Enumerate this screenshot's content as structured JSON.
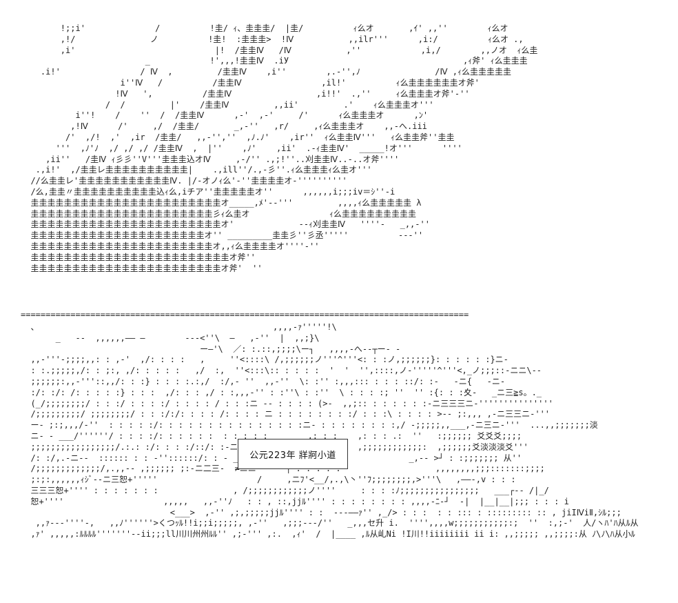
{
  "art": {
    "sky": "        !;;i'              /          !圭/ ｨ、圭圭圭/  |圭/          ｨ么オ       ,ｲ' ,,''        ｨ么オ\n        ,!/               ノ          !圭!  :圭圭圭>  !Ⅳ           ,,ilr'''      ,i:/          ｨ么オ .,\n        ,i'                            |!  /圭圭Ⅳ   /Ⅳ           ,''            ,i,/        ,,ノオ  ｨ么圭\n                         _            !',,,!圭圭Ⅳ  .iУ                                   ,ｨ斧' ｨ么圭圭圭\n    .i!'                / Ⅳ  ,         /圭圭Ⅳ    ,i''        ,.-'',ﾉ               /Ⅳ ,ｨ么圭圭圭圭圭\n                    i''Ⅳ   /          /圭圭Ⅳ                ,il!'          ｨ么圭圭圭圭圭圭オ斧'\n                   !Ⅳ   ',          /圭圭Ⅳ                 ,i!!'  .,''     ｨ么圭圭圭オ斧'-''\n                 /  /         |'    /圭圭Ⅳ         ,,ii'         .'    ｨ么圭圭圭オ'''\n           i''!    /    ''  /  /圭圭Ⅳ      ,-'  ,-'     /'      ｨ么圭圭圭オ      ,ﾝ'\n          ,!Ⅳ      /'     ,/  /圭圭/       _,-''   ,r/     ,ｨ么圭圭圭オ    ,,-へ.iii\n         /'  ,/!  ,'  ,ir  /圭圭/   ,,-'',''  ,ﾉ.ﾉ'    ,ir''  ｨ么圭圭Ⅳ'''   ｨ么圭圭斧''圭圭\n       '''  ,ﾉ'ﾉ  ,/ ,/ ,/ /圭圭Ⅳ  ,  |''    ,ﾉ'    ,ii'  .-ｨ圭圭Ⅳ'  _____!オ'''      ''''\n     ,ii''   /圭Ⅳ ｨ彡彡''V'''圭圭圭込オⅣ     ,-/'' .,;!''..刈圭圭Ⅳ..-..オ斧''''\n   .,i!'  ,/圭圭レ圭圭圭圭圭圭圭圭圭圭|    .,ill''/.,-彡''.ｨ么圭圭圭ｨ么圭オ'''\n  //么圭圭レ'圭圭圭圭圭圭圭圭圭圭圭Ⅳ. |/-オノｨ么'-''圭圭圭圭オ-''''''''''\n  /么,圭圭〃圭圭圭圭圭圭圭圭圭圭込ｨ么,iチア''圭圭圭圭圭オ''      ,,,,,,i;;;iv＝ｼ''-i\n  圭圭圭圭圭圭圭圭圭圭圭圭圭圭圭圭圭圭圭圭圭圭圭オ_____,ﾒ'--'''         ,,,,ｨ么圭圭圭圭圭 λ\n  圭圭圭圭圭圭圭圭圭圭圭圭圭圭圭圭圭圭圭圭圭圭彡ｨ么圭オ                ｨ么圭圭圭圭圭圭圭圭圭\n  圭圭圭圭圭圭圭圭圭圭圭圭圭圭圭圭圭圭圭圭圭圭圭オ'             --ｨ刈圭圭Ⅳ   ''''-   _,,-''\n  圭圭圭圭圭圭圭圭圭圭圭圭圭圭圭圭圭圭圭圭圭オ'' _________圭圭彡''彡丞'''''          ---''\n  圭圭圭圭圭圭圭圭圭圭圭圭圭圭圭圭圭圭圭圭圭圭オ,,ｨ么圭圭圭圭オ''''-''\n  圭圭圭圭圭圭圭圭圭圭圭圭圭圭圭圭圭圭圭圭圭圭圭圭オ斧''\n  圭圭圭圭圭圭圭圭圭圭圭圭圭圭圭圭圭圭圭圭圭圭圭オ斧'  ''",
    "divider": "==========================================================================================",
    "land": "  、                                               ,,,,-ｧ'''''!\\\n       _   --  ,,,,,,―― ―        ---<''\\  ―   ,-''  |  ,,;}\\             \n                                    ー―'\\  ／: :.::,;;;;\\ー┐   ,,,,-へ--┬ー- -\n  ,,-'''-;;;;,,: : ,-'  ,/: : : :   ,     ''<::::\\ /,;;;;;;ノ'''^'''<: : :ノ,;;;;;;}: : : : : :}ニ-\n  : :.;;;;;,/: : ;:, ,/: : : : :   ,/  :,  ''<:::\\:: : : : :  '  '  '',::::,ノ-'''''^'''<,_ノ;;;::-ニニ\\--\n  ;;;;;;:,,-'''::,,/: : :} : : : :.:,/  :/,- ''  ,,-''  \\: :'' :,,,::: : : : ::/: :-   -ニ{   -ニ-\n  :/: :/: /: : : : :} : : :  ,/: : : ,/ : :,,,-'' : :''\\ : :''  \\ : : : :; ''  '' :{: : :夊-   _ニ三≧s。._\n  (_/;;;;;;;;/ : : :/ : : : :/ : : : : / : : :ニ -- : : : : (>-  ,,;:: : : : : : :-ニ三三三ニ-'''''''''''''''\n  /;;;;;;;;;/ ;;;;;;;;/ : : :/:/: : : : /: : : : ニ : : : : : : : :/ : : :\\ : : : : >-- ;:,,, ,-ニ三三ニ-'''\n  ー- ;:;,,,/-''  : : : : :/: : : : : : : : : : : : : : :ニ- : : : : : : : :,/ -;;;;;,,___,-ニ三ニ-'''  ...,,;;;;;;;淡\n  ニ- - ___/''''''/ : : : :/: : : : : :  : : : : :        ,: : :    ,: : : .:  ''   :;;;;;; 爻爻爻;;;;\n  ;;;;;;;;;;;;;;;;;/.:.: :/: : : :/::/: :-ニ     ,-: : :  : : : :   ,;;;;;;;;;;;;:  ,;;;;;;爻淡淡淡爻'''\n  /: :/,.-ニ--  :::::: : : -''::::::/: : - _ __ -ニ二- ,.: : : : :             _,-- >┘ : :;;;;;;; 从''\n  /;;;;;;;;;;;;;/,.,,-- ,;;;;;; ;:-ニ二三-  ≠ニニ--    ┌ : : : : :                   ,,,,,,,,;;;:::::::;;;;\n  ;:;:,,,,,,ｨｼﾞ--ニ三恕+'''''                    /     ,ニﾌ'<__/,.,\\丶''ﾌ;;;;;;;;,>'''\\   ,――-,v : : :\n  三三三恕+'''' : : : : : : :               , /;;;;;;;;;;;;ノ''''     : : : :ﾉ;;;;;;;;;;;;;;;;   ___┌-- /|_/\n  恕+''''                    ,,,,,   ,,-''ﾉ   : : , ::,jjﾙ'''' : : : : : : : : ,,,,-ﾆ-┘  -|  |__|__|;;; : : : i\n                              <___>  ,-'' ,;,;;;;;jjﾙ'''' : :  ---――ｧ'' ,_/> : : :  : : ::: : ::::::::: :: , jiIⅣiⅡ,ｼﾙ;;;\n   ,,ｧ---''''-,   ,,ﾉ''''''>くつｯﾙ!!i;;i;;;;;, ,-''   ,;;;---/''   _,,,セ升 i.  '''',,,,w;;;;;;;;;;;:;  ''  :,;-'  人/ヽﾊ'ﾊ从ﾙ从\n  ,ｧ' ,,,,,:ﾙﾙﾙﾙ'''''''--ii;;;ll川川州州ﾙﾙ'' ,;-''' ,:.  ,ｨ'  /  |____ ,ﾙ从乢Ni !I川!!iiiiiiii ii i: ,,;;;;; ,,;;;;:从 ﾉ\\ﾉ\\ﾊ从小ﾙ"
  },
  "caption": "公元223年 牂牁小道"
}
